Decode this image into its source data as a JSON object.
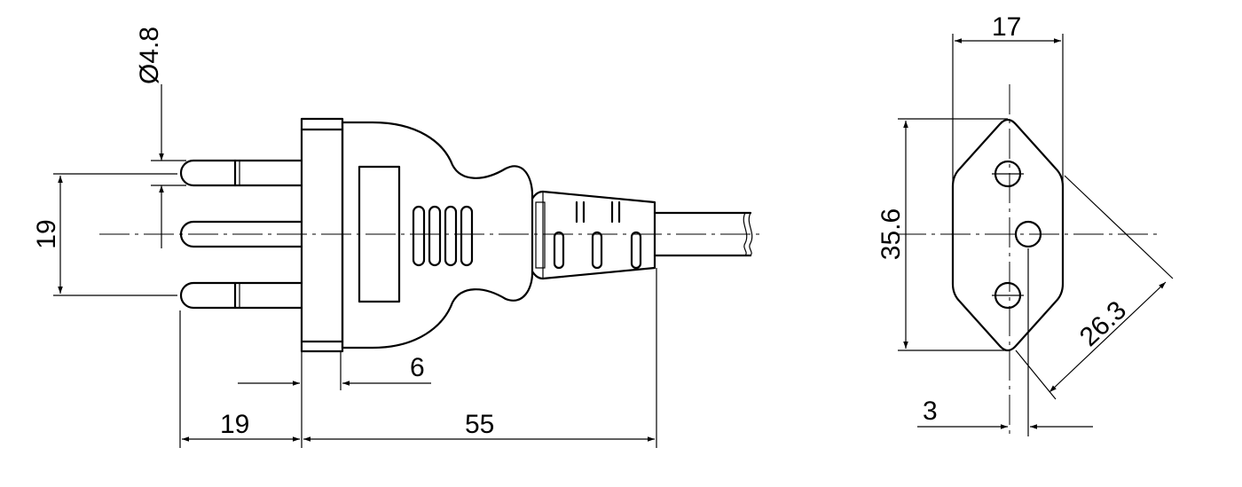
{
  "dimensions": {
    "pin_diameter": "Ø4.8",
    "pin_spacing": "19",
    "collar_width": "6",
    "pin_length": "19",
    "body_length": "55",
    "face_width": "17",
    "face_height": "35.6",
    "face_diagonal": "26.3",
    "pin_offset": "3"
  }
}
